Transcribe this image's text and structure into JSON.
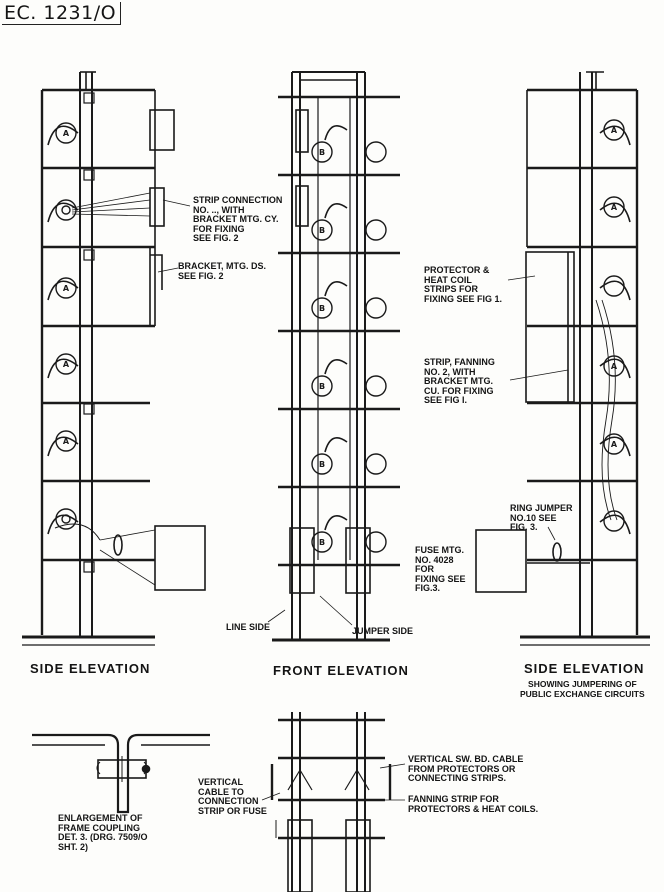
{
  "drawing_ref": "EC. 1231/O",
  "titles": {
    "side_left": "SIDE ELEVATION",
    "front": "FRONT ELEVATION",
    "side_right": "SIDE ELEVATION",
    "side_right_note": "SHOWING JUMPERING OF\nPUBLIC EXCHANGE CIRCUITS"
  },
  "callouts": {
    "strip_connection": "STRIP CONNECTION\nNo. .., WITH\nBRACKET MTG. CY.\nFOR FIXING\nSEE FIG. 2",
    "bracket_mtg": "BRACKET, MTG. DS.\nSEE FIG. 2",
    "protector": "PROTECTOR &\nHEAT COIL\nSTRIPS FOR\nFIXING SEE FIG 1.",
    "strip_fanning": "STRIP, FANNING\nNo. 2, WITH\nBRACKET MTG.\nCU. FOR FIXING\nSEE FIG I.",
    "ring_jumper": "RING JUMPER\nNo.10 SEE\nFIG. 3.",
    "fuse_mtg": "FUSE MTG.\nNo. 4028\nFOR\nFIXING SEE\nFIG.3.",
    "line_side": "LINE SIDE",
    "jumper_side": "JUMPER SIDE",
    "enlargement": "ENLARGEMENT OF\nFRAME COUPLING\nDET. 3. (DRG. 7509/O\nSHT. 2)",
    "vertical_cable": "VERTICAL\nCABLE TO\nCONNECTION\nSTRIP OR FUSE",
    "vertical_sw_cable": "VERTICAL SW. BD. CABLE\nFROM PROTECTORS OR\nCONNECTING STRIPS.",
    "fanning_strip": "FANNING STRIP FOR\nPROTECTORS & HEAT COILS."
  },
  "markers": {
    "a": "A",
    "b": "B"
  }
}
